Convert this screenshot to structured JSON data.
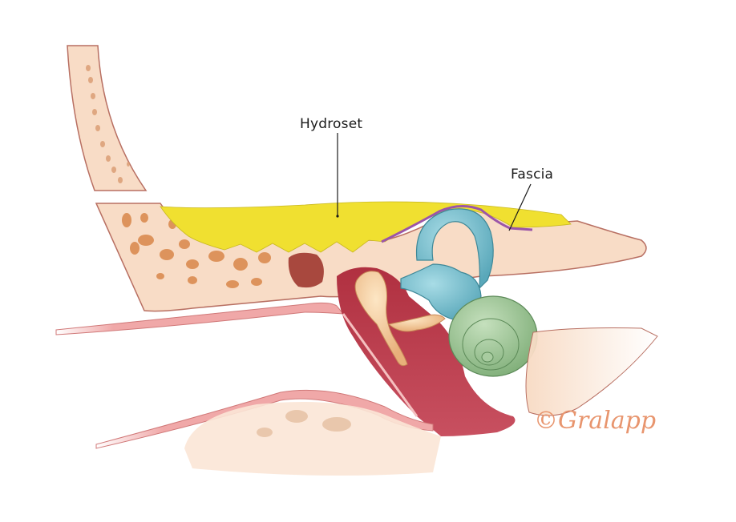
{
  "diagram": {
    "subject": "ear cross-section with middle ear obliteration",
    "labels": [
      {
        "id": "hydroset",
        "text": "Hydroset"
      },
      {
        "id": "fascia",
        "text": "Fascia"
      }
    ],
    "credit": "©Gralapp",
    "colors": {
      "background": "#ffffff",
      "bone": "#f8dcc6",
      "bone_outline": "#b86f62",
      "marrow": "#d98a4c",
      "hydroset": "#f0e030",
      "fascia": "#9b55a8",
      "semicircular_canal": "#6fb8c8",
      "cochlea": "#8fbf8a",
      "ossicle": "#f0c08a",
      "mucosa": "#c0404a",
      "canal_skin": "#f0a8a8",
      "credit_text": "#e8956e",
      "label_text": "#1a1a1a"
    }
  }
}
